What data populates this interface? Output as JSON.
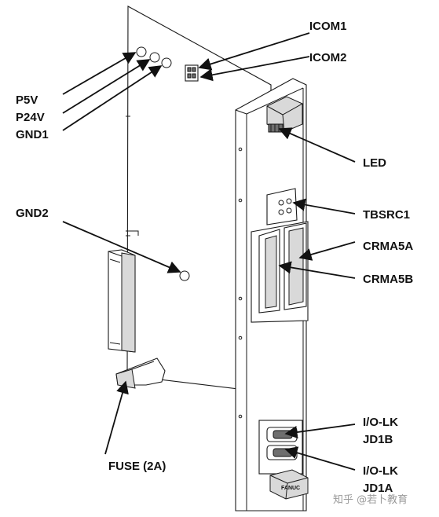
{
  "diagram": {
    "labels": {
      "icom1": "ICOM1",
      "icom2": "ICOM2",
      "p5v": "P5V",
      "p24v": "P24V",
      "gnd1": "GND1",
      "led": "LED",
      "gnd2": "GND2",
      "tbsrc1": "TBSRC1",
      "crma5a": "CRMA5A",
      "crma5b": "CRMA5B",
      "io_lk_1": "I/O-LK",
      "jd1b": "JD1B",
      "io_lk_2": "I/O-LK",
      "jd1a": "JD1A",
      "fuse": "FUSE (2A)"
    },
    "plate_text": "FANUC",
    "watermark": "知乎 @若卜教育"
  }
}
